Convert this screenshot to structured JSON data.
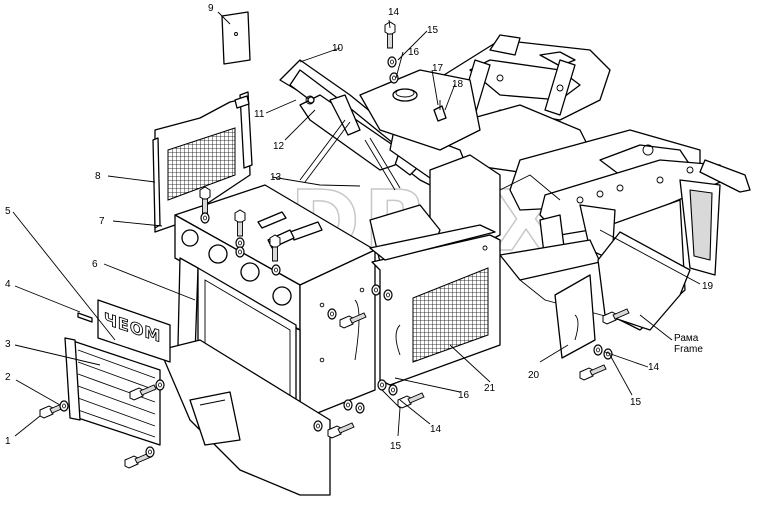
{
  "watermark": "DRFX",
  "logo_text": "ЧЕОМ",
  "frame_label_ru": "Рама",
  "frame_label_en": "Frame",
  "callouts": [
    {
      "id": "1",
      "text": "1"
    },
    {
      "id": "2",
      "text": "2"
    },
    {
      "id": "3",
      "text": "3"
    },
    {
      "id": "4",
      "text": "4"
    },
    {
      "id": "5",
      "text": "5"
    },
    {
      "id": "6",
      "text": "6"
    },
    {
      "id": "7",
      "text": "7"
    },
    {
      "id": "8",
      "text": "8"
    },
    {
      "id": "9",
      "text": "9"
    },
    {
      "id": "10",
      "text": "10"
    },
    {
      "id": "11",
      "text": "11"
    },
    {
      "id": "12",
      "text": "12"
    },
    {
      "id": "13",
      "text": "13"
    },
    {
      "id": "14a",
      "text": "14"
    },
    {
      "id": "15a",
      "text": "15"
    },
    {
      "id": "16a",
      "text": "16"
    },
    {
      "id": "17",
      "text": "17"
    },
    {
      "id": "18",
      "text": "18"
    },
    {
      "id": "19",
      "text": "19"
    },
    {
      "id": "20",
      "text": "20"
    },
    {
      "id": "21",
      "text": "21"
    },
    {
      "id": "16b",
      "text": "16"
    },
    {
      "id": "15b",
      "text": "15"
    },
    {
      "id": "14b",
      "text": "14"
    },
    {
      "id": "14c",
      "text": "14"
    },
    {
      "id": "15c",
      "text": "15"
    }
  ]
}
